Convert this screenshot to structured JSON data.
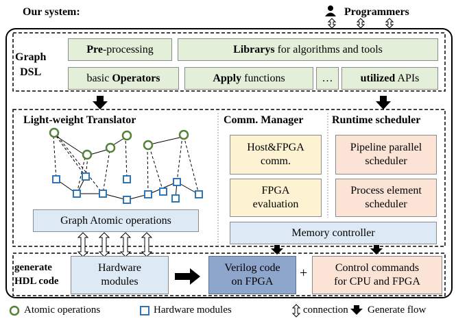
{
  "header": {
    "system_label": "Our system:",
    "programmers_label": "Programmers"
  },
  "dsl": {
    "section_label": "Graph\nDSL",
    "preprocessing": {
      "strong": "Pre",
      "rest": "-processing"
    },
    "libraries": {
      "strong": "Librarys",
      "rest": " for algorithms and tools"
    },
    "operators": {
      "lead": "basic ",
      "strong": "Operators"
    },
    "apply": {
      "strong": "Apply",
      "rest": " functions"
    },
    "ellipsis": "…",
    "utilized": {
      "strong": "utilized",
      "rest": " APIs"
    }
  },
  "translator": {
    "title": "Light-weight Translator",
    "atomic_ops": "Graph Atomic operations"
  },
  "comm": {
    "title": "Comm. Manager",
    "host_fpga": "Host&FPGA\ncomm.",
    "fpga_eval": "FPGA\nevaluation"
  },
  "scheduler": {
    "title": "Runtime scheduler",
    "pipeline": "Pipeline parallel\nscheduler",
    "process": "Process element\nscheduler"
  },
  "memory_controller": "Memory controller",
  "hdl": {
    "section_label": "generate\nHDL code",
    "hardware_modules": "Hardware\nmodules",
    "verilog": "Verilog code\non FPGA",
    "plus": "+",
    "control": "Control commands\nfor  CPU and FPGA"
  },
  "legend": {
    "atomic": "Atomic operations",
    "hardware": "Hardware modules",
    "connection": "connection",
    "flow": "Generate flow"
  },
  "colors": {
    "green_box": "#e3efd9",
    "blue_box": "#dde9f5",
    "yellow_box": "#fdf2d2",
    "pink_box": "#fbe3d6",
    "verilog_box": "#8fa6cc",
    "circle_stroke": "#538135",
    "square_stroke": "#2e75b6"
  },
  "icons": [
    "person-icon",
    "double-arrow-icon",
    "down-arrow-icon",
    "right-arrow-icon"
  ]
}
